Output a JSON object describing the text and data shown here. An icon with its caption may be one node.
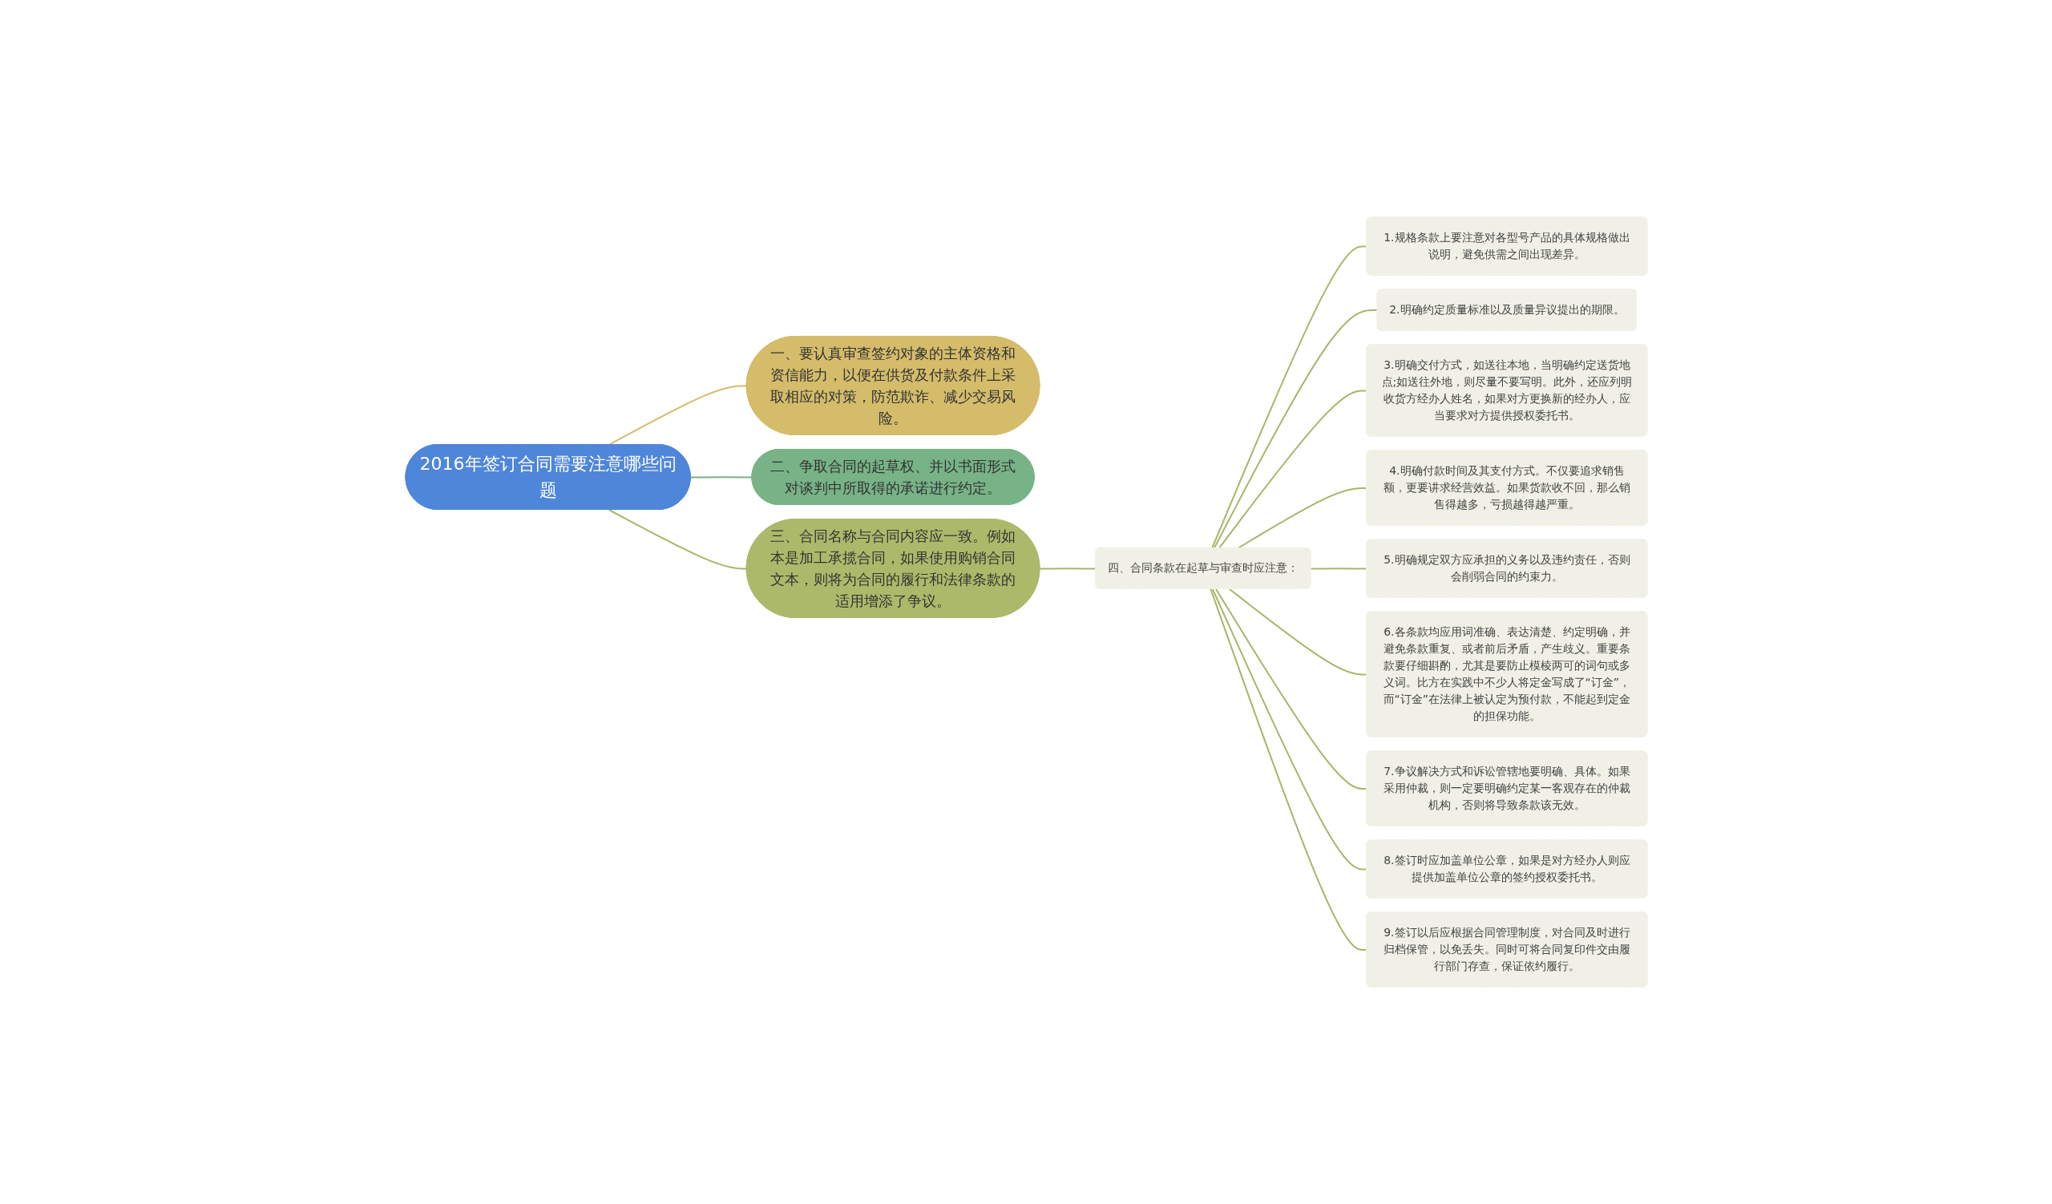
{
  "diagram": {
    "nodes": [
      {
        "text": [
          "2016年签订合同需要注意哪些问题"
        ]
      },
      {
        "text": [
          "一、要认真审查签约对象的主体资格和资信能力，以便在供货及付款条件上采取相应的对策，防范欺诈、减少交易风险。"
        ]
      },
      {
        "text": [
          "二、争取合同的起草权、并以书面形式对谈判中所取得的承诺进行约定。"
        ]
      },
      {
        "text": [
          "三、合同名称与合同内容应一致。例如本是加工承揽合同，如果使用购销合同文本，则将为合同的履行和法律条款的适用增添了争议。"
        ]
      },
      {
        "text": [
          "四、合同条款在起草与审查时应注意："
        ]
      },
      {
        "text": [
          "1.规格条款上要注意对各型号产品的具体规格做出说明，避免供需之间出现差异。"
        ]
      },
      {
        "text": [
          "2.明确约定质量标准以及质量异议提出的期限。"
        ]
      },
      {
        "text": [
          "3.明确交付方式，如送往本地，当明确约定送货地点;如送往外地，则尽量不要写明。此外，还应列明收货方经办人姓名，如果对方更换新的经办人，应当要求对方提供授权委托书。"
        ]
      },
      {
        "text": [
          "4.明确付款时间及其支付方式。不仅要追求销售额，更要讲求经营效益。如果货款收不回，那么销售得越多，亏损越得越严重。"
        ]
      },
      {
        "text": [
          "5.明确规定双方应承担的义务以及违约责任，否则会削弱合同的约束力。"
        ]
      },
      {
        "text": [
          "6.各条款均应用词准确、表达清楚、约定明确，并避免条款重复、或者前后矛盾，产生歧义。重要条款要仔细斟酌，尤其是要防止模棱两可的词句或多义词。比方在实践中不少人将定金写成了“订金”，而“订金”在法律上被认定为预付款，不能起到定金的担保功能。"
        ]
      },
      {
        "text": [
          "7.争议解决方式和诉讼管辖地要明确、具体。如果采用仲裁，则一定要明确约定某一客观存在的仲裁机构，否则将导致条款该无效。"
        ]
      },
      {
        "text": [
          "8.签订时应加盖单位公章，如果是对方经办人则应提供加盖单位公章的签约授权委托书。"
        ]
      },
      {
        "text": [
          "9.签订以后应根据合同管理制度，对合同及时进行归档保管，以免丢失。同时可将合同复印件交由履行部门存查，保证依约履行。"
        ]
      }
    ],
    "edges": [
      {
        "from": 0,
        "to": 1,
        "arrow": "none",
        "color": "#d4bc6a"
      },
      {
        "from": 0,
        "to": 2,
        "arrow": "none",
        "color": "#77b386"
      },
      {
        "from": 0,
        "to": 3,
        "arrow": "none"
      },
      {
        "from": 3,
        "to": 4,
        "arrow": "none"
      },
      {
        "from": 4,
        "to": 5,
        "arrow": "none"
      },
      {
        "from": 4,
        "to": 6,
        "arrow": "none"
      },
      {
        "from": 4,
        "to": 7,
        "arrow": "none"
      },
      {
        "from": 4,
        "to": 8,
        "arrow": "none"
      },
      {
        "from": 4,
        "to": 9,
        "arrow": "none"
      },
      {
        "from": 4,
        "to": 10,
        "arrow": "none"
      },
      {
        "from": 4,
        "to": 11,
        "arrow": "none"
      },
      {
        "from": 4,
        "to": 12,
        "arrow": "none"
      },
      {
        "from": 4,
        "to": 13,
        "arrow": "none"
      }
    ]
  }
}
